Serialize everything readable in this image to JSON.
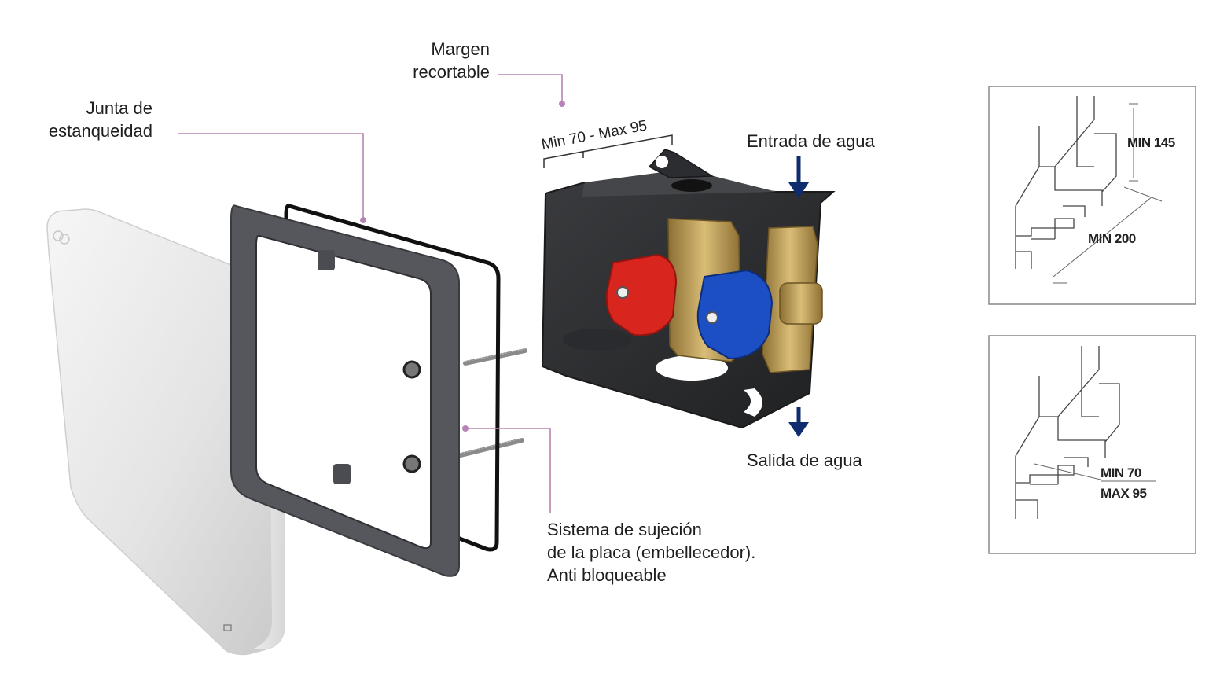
{
  "labels": {
    "margin": [
      "Margen",
      "recortable"
    ],
    "gasket": [
      "Junta de",
      "estanqueidad"
    ],
    "range": "Min 70 - Max 95",
    "water_in": "Entrada de agua",
    "water_out": "Salida de agua",
    "fixing": [
      "Sistema de sujeción",
      "de la placa (embellecedor).",
      "Anti bloqueable"
    ]
  },
  "detail_top": {
    "height": "MIN 145",
    "width": "MIN 200"
  },
  "detail_bottom": {
    "min": "MIN 70",
    "max": "MAX 95"
  },
  "colors": {
    "leader": "#b784b6",
    "arrow": "#0f2d6e",
    "hot_knob": "#d8261f",
    "cold_knob": "#1c4fc4",
    "brass": "#bfa15c",
    "box": "#2f3033",
    "frame": "#4b4d52"
  }
}
